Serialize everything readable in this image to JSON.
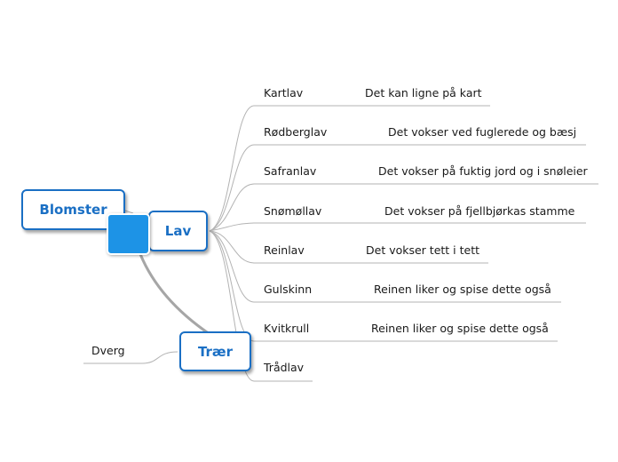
{
  "map": {
    "branches": [
      {
        "id": "blomster",
        "label": "Blomster"
      },
      {
        "id": "lav",
        "label": "Lav"
      },
      {
        "id": "traer",
        "label": "Trær"
      }
    ],
    "lav_topics": [
      {
        "name": "Kartlav",
        "note": "Det kan ligne på kart"
      },
      {
        "name": "Rødberglav",
        "note": "Det vokser ved fuglerede og bæsj"
      },
      {
        "name": "Safranlav",
        "note": "Det vokser på fuktig jord og i snøleier"
      },
      {
        "name": "Snømøllav",
        "note": "Det vokser på fjellbjørkas stamme"
      },
      {
        "name": "Reinlav",
        "note": "Det vokser tett i tett"
      },
      {
        "name": "Gulskinn",
        "note": "Reinen liker og spise dette også"
      },
      {
        "name": "Kvitkrull",
        "note": "Reinen liker og spise dette også"
      },
      {
        "name": "Trådlav",
        "note": ""
      }
    ],
    "traer_topics": [
      {
        "name": "Dverg"
      }
    ]
  },
  "colors": {
    "accent": "#1a6fc4",
    "central_fill": "#1d93e6",
    "connector": "#b3b3b3",
    "main_connector": "#a6a6a6",
    "text": "#1a1a1a"
  }
}
